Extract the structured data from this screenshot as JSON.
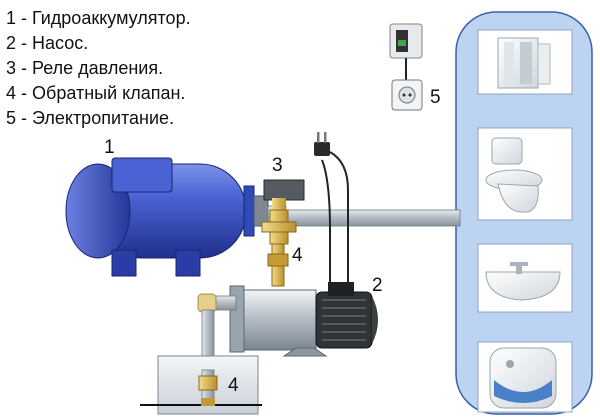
{
  "legend": [
    "1 - Гидроаккумулятор.",
    "2 - Насос.",
    "3 - Реле давления.",
    "4 - Обратный клапан.",
    "5 - Электропитание."
  ],
  "labels": {
    "accumulator": "1",
    "pump": "2",
    "relay": "3",
    "valve_upper": "4",
    "valve_lower": "4",
    "power": "5"
  },
  "colors": {
    "tank": "#3a56c8",
    "pipe": "#b9c2c9",
    "fixtures_panel": "#bcd3f1",
    "brass": "#d9b64a"
  },
  "fixtures": [
    "shower-cabin",
    "toilet",
    "sink",
    "water-heater"
  ]
}
